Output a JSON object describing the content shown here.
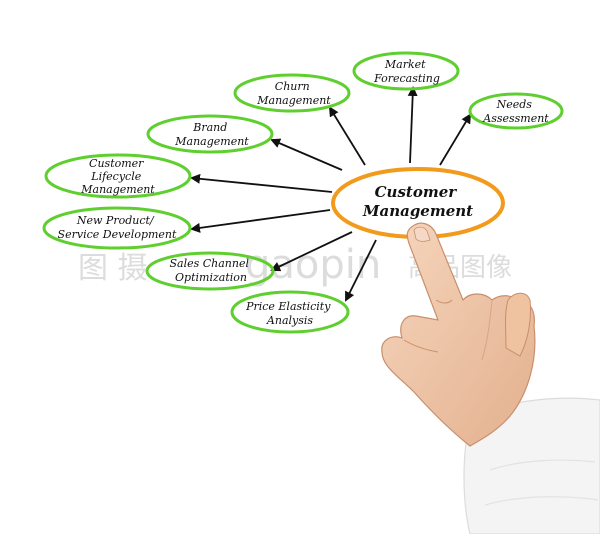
{
  "center": {
    "label_lines": [
      "Customer",
      "Management"
    ]
  },
  "nodes": [
    {
      "id": "churn",
      "label_lines": [
        "Churn",
        "Management"
      ]
    },
    {
      "id": "market-forecasting",
      "label_lines": [
        "Market",
        "Forecasting"
      ]
    },
    {
      "id": "needs-assessment",
      "label_lines": [
        "Needs",
        "Assessment"
      ]
    },
    {
      "id": "brand",
      "label_lines": [
        "Brand",
        "Management"
      ]
    },
    {
      "id": "customer-lifecycle",
      "label_lines": [
        "Customer",
        "Lifecycle",
        "Management"
      ]
    },
    {
      "id": "new-product",
      "label_lines": [
        "New Product/",
        "Service Development"
      ]
    },
    {
      "id": "sales-channel",
      "label_lines": [
        "Sales Channel",
        "Optimization"
      ]
    },
    {
      "id": "price-elasticity",
      "label_lines": [
        "Price Elasticity",
        "Analysis"
      ]
    }
  ],
  "watermark": {
    "left": "图 摄",
    "brand": "gaopin",
    "right": "高品图像"
  },
  "colors": {
    "node_ellipse": "#5fcf2f",
    "center_ellipse": "#f29a1c",
    "arrow": "#111111",
    "skin": "#f1c9a8",
    "sleeve": "#f4f4f4"
  }
}
